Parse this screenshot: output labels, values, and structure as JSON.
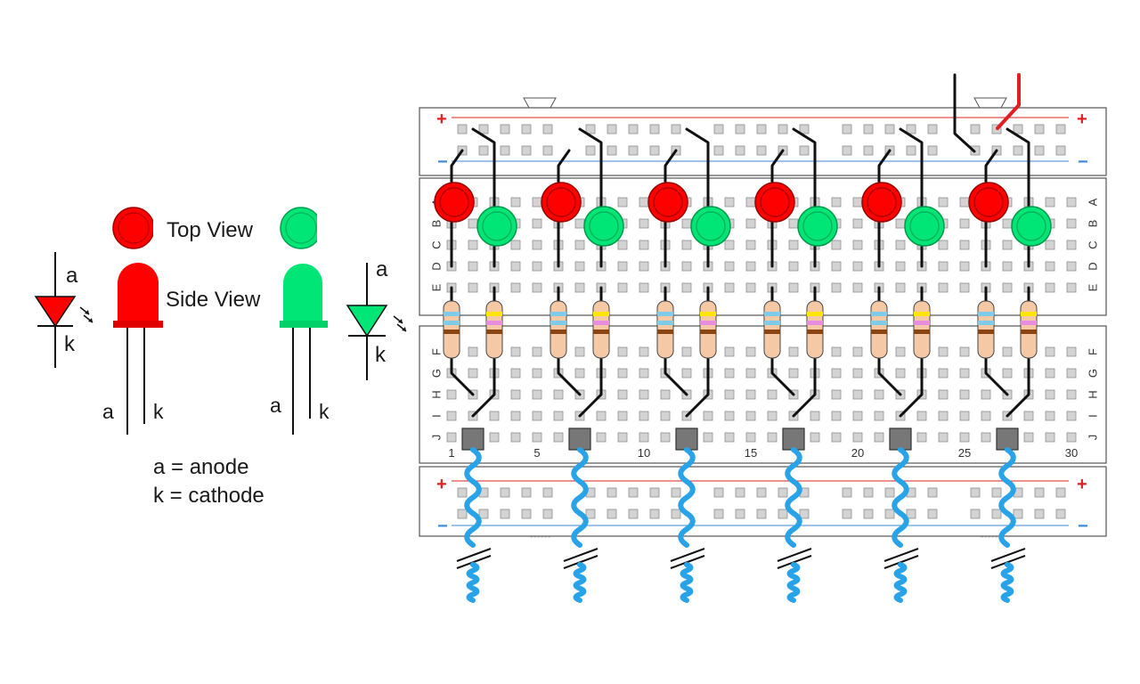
{
  "legend": {
    "top_view": "Top View",
    "side_view": "Side View",
    "anode_letter": "a",
    "cathode_letter": "k",
    "anode_def": "a = anode",
    "cathode_def": "k = cathode"
  },
  "breadboard": {
    "plus": "+",
    "minus": "−",
    "row_labels_top": [
      "A",
      "B",
      "C",
      "D",
      "E"
    ],
    "row_labels_bottom": [
      "F",
      "G",
      "H",
      "I",
      "J"
    ],
    "column_numbers": [
      "1",
      "5",
      "10",
      "15",
      "20",
      "25",
      "30"
    ]
  },
  "colors": {
    "red_led": "#ff0000",
    "green_led": "#00e676",
    "blue_wire": "#29a3e8",
    "rail_plus": "#e02020",
    "rail_minus": "#3d8ad8"
  }
}
